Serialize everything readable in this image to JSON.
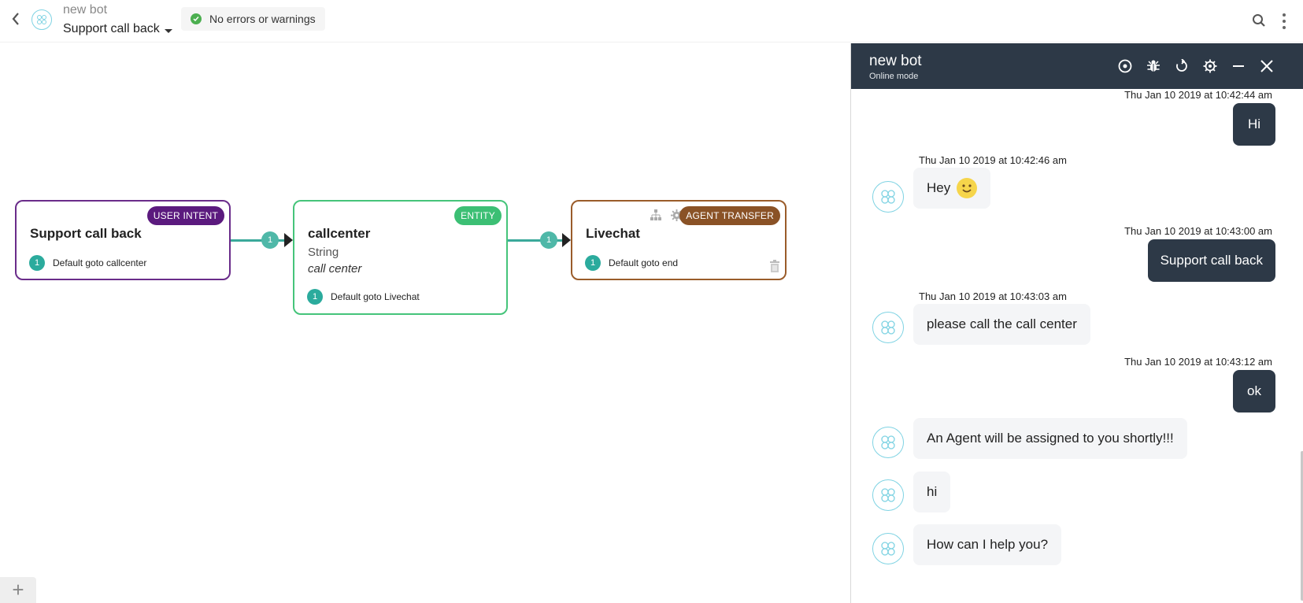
{
  "header": {
    "bot_name": "new bot",
    "flow_name": "Support call back",
    "status_text": "No errors or warnings"
  },
  "nodes": [
    {
      "title": "Support call back",
      "badge": "USER INTENT",
      "badge_color": "#5b1a7e",
      "border_color": "#6a2c8a",
      "connection_number": "1",
      "connection_text": "Default goto callcenter"
    },
    {
      "title": "callcenter",
      "badge": "ENTITY",
      "badge_color": "#3cbf74",
      "border_color": "#45c47a",
      "entity_type": "String",
      "entity_value": "call center",
      "connection_number": "1",
      "connection_text": "Default goto Livechat"
    },
    {
      "title": "Livechat",
      "badge": "AGENT TRANSFER",
      "badge_color": "#8a5226",
      "border_color": "#9a5c2a",
      "connection_number": "1",
      "connection_text": "Default goto end"
    }
  ],
  "edges": [
    {
      "label": "1"
    },
    {
      "label": "1"
    }
  ],
  "canvas": {
    "add_label": "+"
  },
  "chat": {
    "title": "new bot",
    "mode": "Online mode",
    "icons": [
      "target-icon",
      "bug-icon",
      "reset-icon",
      "settings-icon",
      "minimize-icon",
      "close-icon"
    ],
    "messages": [
      {
        "from": "user",
        "timestamp": "Thu Jan 10 2019 at 10:42:44 am",
        "text": "Hi"
      },
      {
        "from": "bot",
        "timestamp": "Thu Jan 10 2019 at 10:42:46 am",
        "text": "Hey",
        "emoji": "smiley-icon"
      },
      {
        "from": "user",
        "timestamp": "Thu Jan 10 2019 at 10:43:00 am",
        "text": "Support call back"
      },
      {
        "from": "bot",
        "timestamp": "Thu Jan 10 2019 at 10:43:03 am",
        "text": "please call the call center"
      },
      {
        "from": "user",
        "timestamp": "Thu Jan 10 2019 at 10:43:12 am",
        "text": "ok"
      },
      {
        "from": "bot",
        "timestamp": "",
        "text": "An Agent will be assigned to you shortly!!!"
      },
      {
        "from": "bot",
        "timestamp": "",
        "text": "hi"
      },
      {
        "from": "bot",
        "timestamp": "",
        "text": "How can I help you?"
      }
    ]
  },
  "colors": {
    "chat_header": "#2d3947",
    "edge": "#3aa99a",
    "connection_number": "#2bab9d"
  }
}
